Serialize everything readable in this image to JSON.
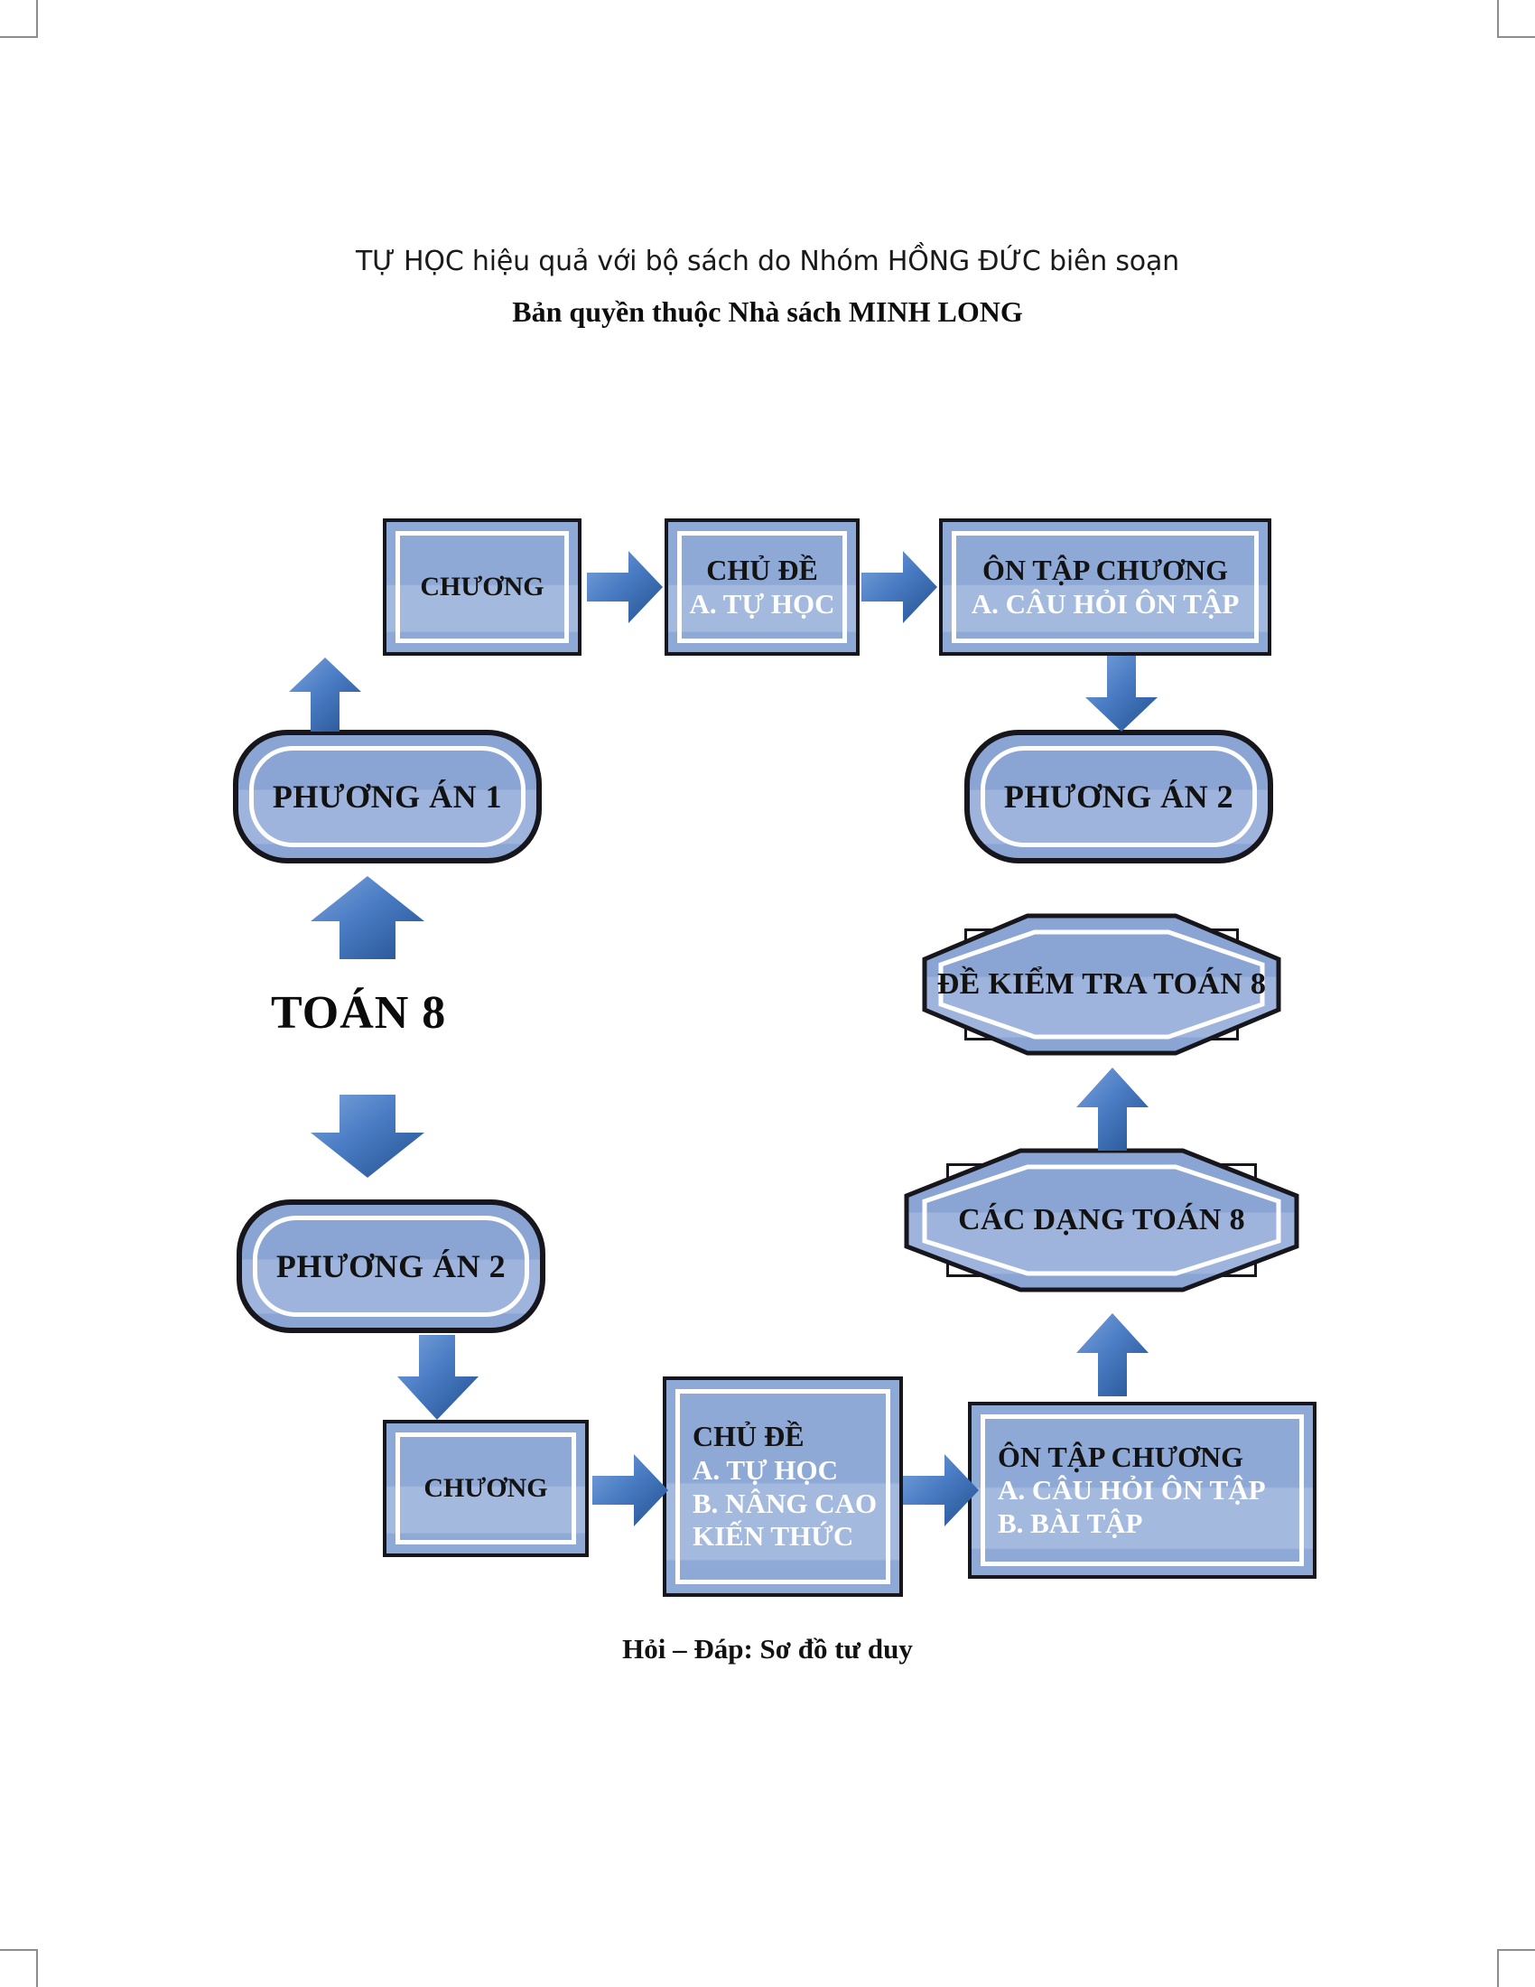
{
  "page": {
    "header": {
      "line1": "TỰ HỌC hiệu quả với bộ sách do Nhóm HỒNG ĐỨC biên soạn",
      "line2": "Bản quyền thuộc Nhà sách MINH LONG"
    },
    "footer": {
      "caption": "Hỏi – Đáp: Sơ đồ tư duy"
    }
  },
  "diagram": {
    "center_label": "TOÁN 8",
    "colors": {
      "box_fill_dark": "#8fa9d6",
      "box_fill_light": "#a4b9de",
      "box_border": "#16161c",
      "inner_border": "#ffffff",
      "arrow_light": "#6e9ad8",
      "arrow_dark": "#2a5696",
      "text_dark": "#131313",
      "text_light": "#ffffff",
      "crop_mark": "#8d8d8d"
    },
    "nodes": {
      "top_chuong": {
        "label": "CHƯƠNG"
      },
      "top_chude": {
        "line1": "CHỦ ĐỀ",
        "line2": "A. TỰ HỌC"
      },
      "top_ontap": {
        "line1": "ÔN TẬP CHƯƠNG",
        "line2": "A. CÂU HỎI ÔN TẬP"
      },
      "phuong_an_1": {
        "label": "PHƯƠNG ÁN 1"
      },
      "phuong_an_2_right": {
        "label": "PHƯƠNG ÁN 2"
      },
      "phuong_an_2_left": {
        "label": "PHƯƠNG ÁN 2"
      },
      "de_kiem_tra": {
        "label": "ĐỀ KIỂM TRA TOÁN 8"
      },
      "cac_dang": {
        "label": "CÁC DẠNG TOÁN 8"
      },
      "bottom_chuong": {
        "label": "CHƯƠNG"
      },
      "bottom_chude": {
        "line1": "CHỦ ĐỀ",
        "line2": "A. TỰ HỌC",
        "line3": "B. NÂNG CAO",
        "line4": "KIẾN THỨC"
      },
      "bottom_ontap": {
        "line1": "ÔN TẬP CHƯƠNG",
        "line2": "A. CÂU HỎI ÔN TẬP",
        "line3": "B. BÀI TẬP"
      }
    },
    "arrows": [
      {
        "name": "arrow-chuong-to-chude",
        "direction": "right"
      },
      {
        "name": "arrow-chude-to-ontap",
        "direction": "right"
      },
      {
        "name": "arrow-ontap-to-phuongan2",
        "direction": "down"
      },
      {
        "name": "arrow-phuongan1-to-chuong",
        "direction": "up"
      },
      {
        "name": "arrow-toan8-to-phuongan1",
        "direction": "up"
      },
      {
        "name": "arrow-toan8-to-phuongan2",
        "direction": "down"
      },
      {
        "name": "arrow-phuongan2-to-chuong",
        "direction": "down"
      },
      {
        "name": "arrow-chuong-to-chude-bottom",
        "direction": "right"
      },
      {
        "name": "arrow-chude-to-ontap-bottom",
        "direction": "right"
      },
      {
        "name": "arrow-ontap-to-cacdang",
        "direction": "up"
      },
      {
        "name": "arrow-cacdang-to-dekiemtra",
        "direction": "up"
      }
    ]
  }
}
